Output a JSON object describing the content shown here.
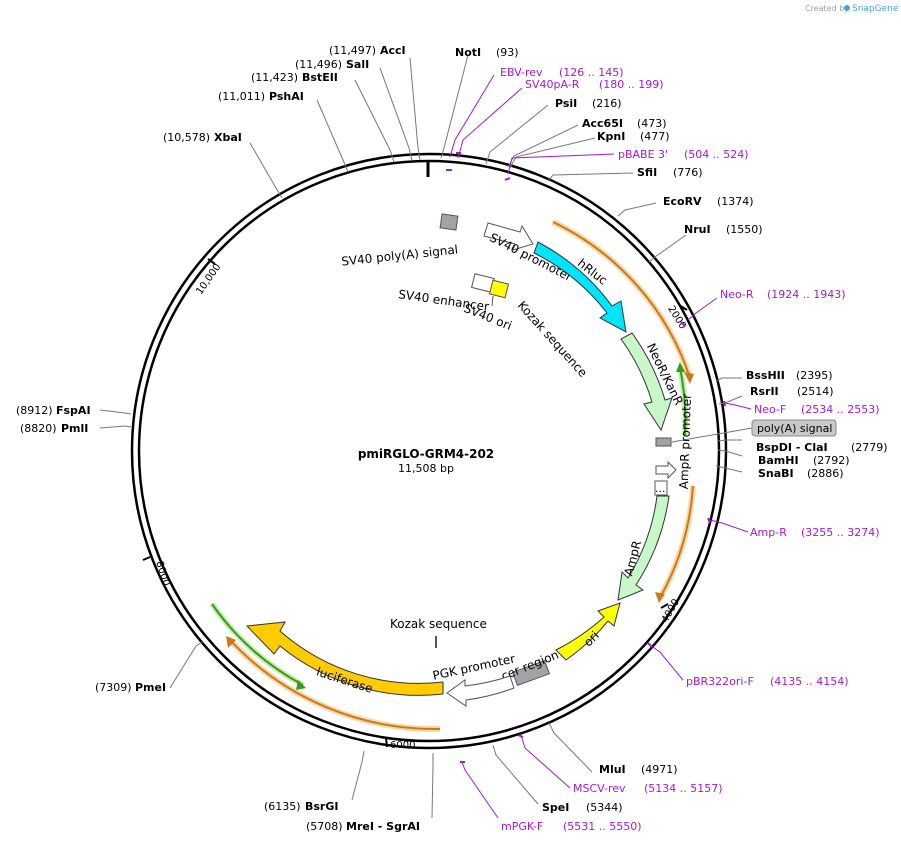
{
  "credit": {
    "created_by": "Created by",
    "brand": "SnapGene"
  },
  "plasmid": {
    "name": "pmiRGLO-GRM4-202",
    "length": "11,508 bp"
  },
  "ticks": [
    {
      "text": "2000"
    },
    {
      "text": "4000"
    },
    {
      "text": "6000"
    },
    {
      "text": "8000"
    },
    {
      "text": "10,000"
    }
  ],
  "sites": [
    {
      "pos": "(11,497)",
      "name": "AccI"
    },
    {
      "pos": "(11,496)",
      "name": "SalI"
    },
    {
      "pos": "(11,423)",
      "name": "BstEII"
    },
    {
      "pos": "(11,011)",
      "name": "PshAI"
    },
    {
      "pos": "(10,578)",
      "name": "XbaI"
    },
    {
      "pos": "(8912)",
      "name": "FspAI"
    },
    {
      "pos": "(8820)",
      "name": "PmlI"
    },
    {
      "pos": "(7309)",
      "name": "PmeI"
    },
    {
      "pos": "(6135)",
      "name": "BsrGI"
    },
    {
      "pos": "(5708)",
      "name": "MreI  - SgrAI"
    },
    {
      "name": "NotI",
      "pos": "(93)"
    },
    {
      "name": "PsiI",
      "pos": "(216)"
    },
    {
      "name": "Acc65I",
      "pos": "(473)"
    },
    {
      "name": "KpnI",
      "pos": "(477)"
    },
    {
      "name": "SfiI",
      "pos": "(776)"
    },
    {
      "name": "EcoRV",
      "pos": "(1374)"
    },
    {
      "name": "NruI",
      "pos": "(1550)"
    },
    {
      "name": "BssHII",
      "pos": "(2395)"
    },
    {
      "name": "RsrII",
      "pos": "(2514)"
    },
    {
      "name": "BspDI  - ClaI",
      "pos": "(2779)"
    },
    {
      "name": "BamHI",
      "pos": "(2792)"
    },
    {
      "name": "SnaBI",
      "pos": "(2886)"
    },
    {
      "name": "MluI",
      "pos": "(4971)"
    },
    {
      "name": "SpeI",
      "pos": "(5344)"
    }
  ],
  "primers": [
    {
      "name": "EBV-rev",
      "range": "(126 .. 145)"
    },
    {
      "name": "SV40pA-R",
      "range": "(180 .. 199)"
    },
    {
      "name": "pBABE 3'",
      "range": "(504 .. 524)"
    },
    {
      "name": "Neo-R",
      "range": "(1924 .. 1943)"
    },
    {
      "name": "Neo-F",
      "range": "(2534 .. 2553)"
    },
    {
      "name": "Amp-R",
      "range": "(3255 .. 3274)"
    },
    {
      "name": "pBR322ori-F",
      "range": "(4135 .. 4154)"
    },
    {
      "name": "MSCV-rev",
      "range": "(5134 .. 5157)"
    },
    {
      "name": "mPGK-F",
      "range": "(5531 .. 5550)"
    }
  ],
  "features": {
    "sv40_polya": "SV40 poly(A) signal",
    "sv40_promoter": "SV40 promoter",
    "sv40_enhancer": "SV40 enhancer",
    "sv40_ori": "SV40 ori",
    "kozak_top": "Kozak sequence",
    "hrluc": "hRluc",
    "neo": "NeoR/KanR",
    "polya_box": "poly(A) signal",
    "amp_promoter": "AmpR promoter",
    "ampr": "AmpR",
    "ori": "ori",
    "cer": "cer region",
    "pgk": "PGK promoter",
    "kozak_bottom": "Kozak sequence",
    "luciferase": "luciferase",
    "ellipsis": "..."
  },
  "colors": {
    "hrluc": "#00e5ff",
    "neo": "#c8f7c8",
    "ampr": "#c8f7c8",
    "luciferase": "#ffcc00",
    "ori": "#ffff00",
    "cer": "#a0a4a8",
    "primer": "#a11ad6",
    "orf_orange": "#c97a1a",
    "orf_green": "#3a9a1a"
  }
}
